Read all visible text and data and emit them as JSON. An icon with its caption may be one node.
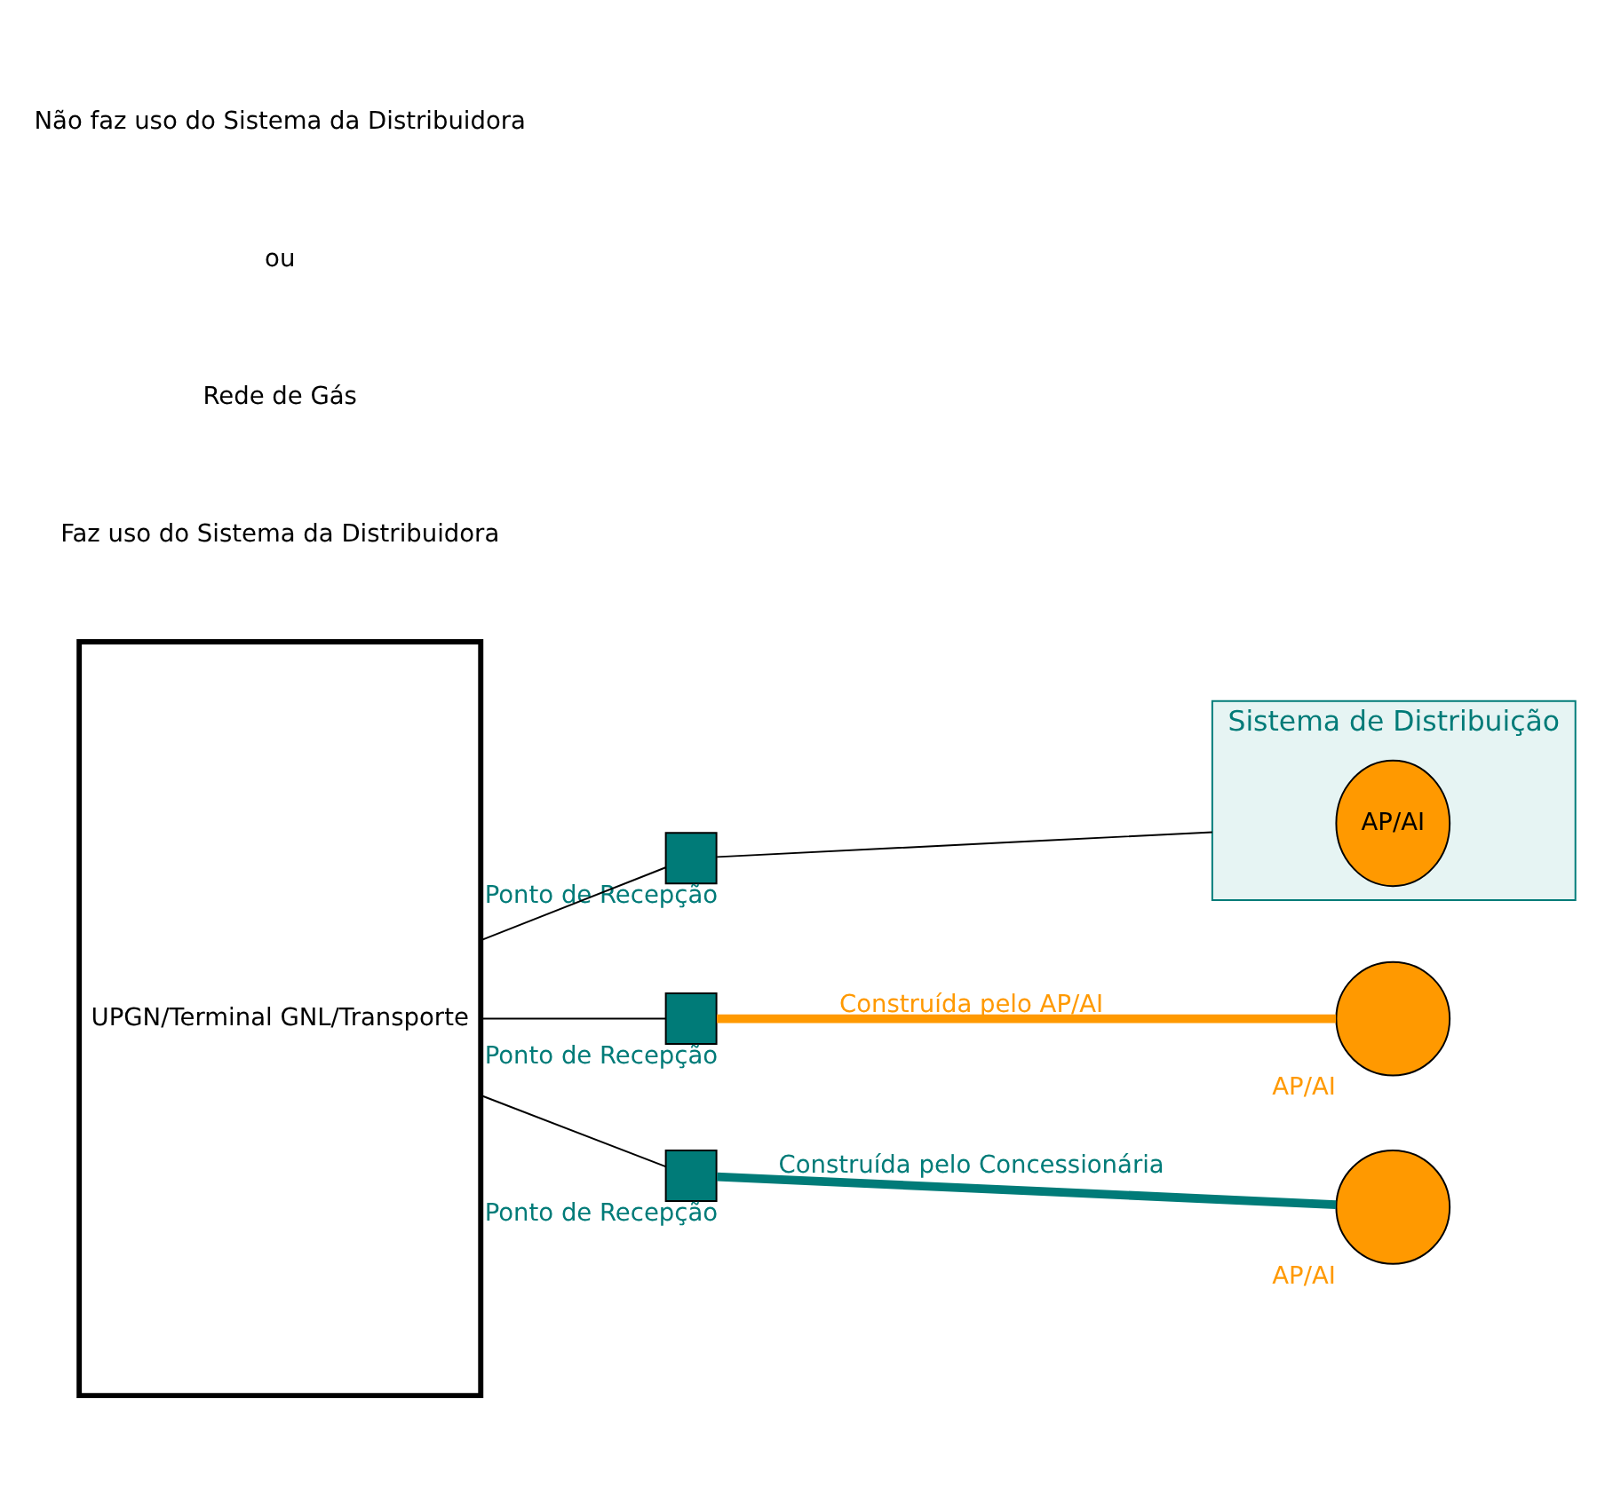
{
  "diagram": {
    "nodes": [
      {
        "text": [
          "UPGN/Terminal GNL/Transporte"
        ]
      },
      {
        "text": [],
        "shape": "box",
        "beside": [
          "Ponto de Recepção"
        ]
      },
      {
        "text": [
          "Sistema de Distribuição"
        ]
      },
      {
        "text": [
          "AP/AI"
        ],
        "in": 2
      },
      {
        "text": [],
        "shape": "box",
        "beside": [
          "Ponto de Recepção"
        ]
      },
      {
        "text": [],
        "shape": "circle",
        "beside": [
          "AP/AI"
        ]
      },
      {
        "text": [],
        "shape": "box",
        "beside": [
          "Ponto de Recepção"
        ]
      },
      {
        "text": [],
        "shape": "circle",
        "beside": [
          "AP/AI"
        ]
      }
    ],
    "edges": [
      {
        "from": 0,
        "to": 1,
        "arrow": "none"
      },
      {
        "from": 1,
        "to": 2,
        "arrow": "none"
      },
      {
        "from": 0,
        "to": 4,
        "arrow": "none"
      },
      {
        "from": 4,
        "to": 5,
        "arrow": "none",
        "label": "Construída pelo AP/AI",
        "style": "thick",
        "color": "#ff9900"
      },
      {
        "from": 0,
        "to": 6,
        "arrow": "none"
      },
      {
        "from": 6,
        "to": 7,
        "arrow": "none",
        "label": "Construída pelo Concessionária",
        "style": "thick",
        "color": "#007b78"
      }
    ],
    "labels": [
      "Faz uso do Sistema da Distribuidora",
      "Rede de Gás",
      "ou",
      "Não faz uso do Sistema da Distribuidora"
    ]
  }
}
